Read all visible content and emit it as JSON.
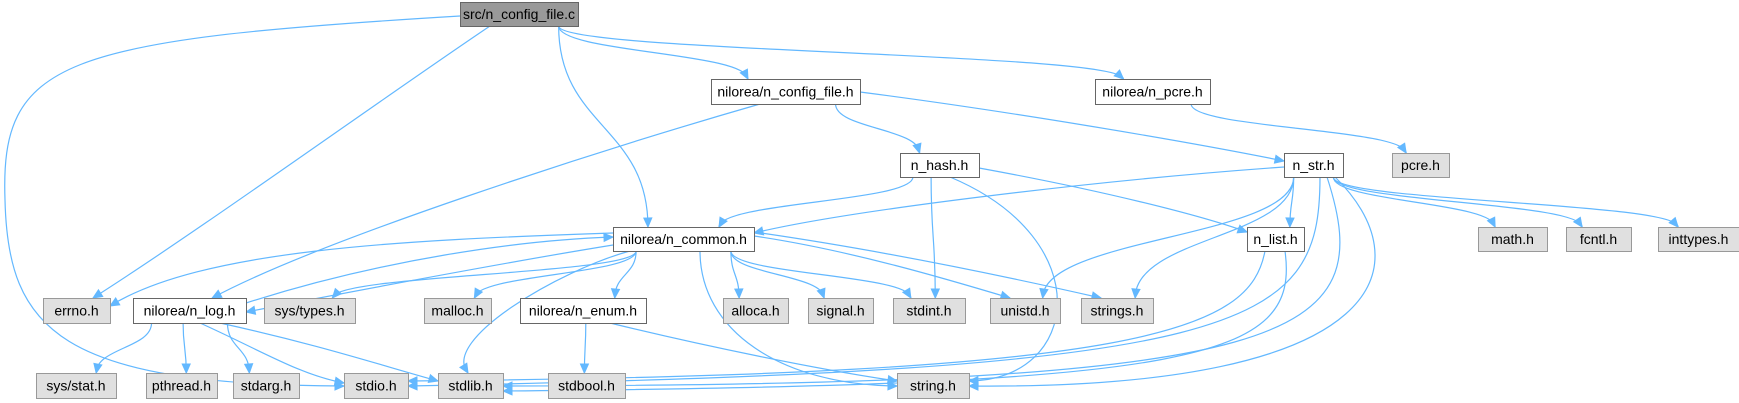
{
  "colors": {
    "edge": "#63b8ff",
    "root_fill": "#999999",
    "root_stroke": "#666666",
    "internal_fill": "#ffffff",
    "internal_stroke": "#666666",
    "external_fill": "#e0e0e0",
    "external_stroke": "#999999"
  },
  "nodes": [
    {
      "id": "root",
      "label": "src/n_config_file.c",
      "kind": "root"
    },
    {
      "id": "config",
      "label": "nilorea/n_config_file.h",
      "kind": "internal"
    },
    {
      "id": "pcreh",
      "label": "nilorea/n_pcre.h",
      "kind": "internal"
    },
    {
      "id": "hash",
      "label": "n_hash.h",
      "kind": "internal"
    },
    {
      "id": "str",
      "label": "n_str.h",
      "kind": "internal"
    },
    {
      "id": "common",
      "label": "nilorea/n_common.h",
      "kind": "internal"
    },
    {
      "id": "list",
      "label": "n_list.h",
      "kind": "internal"
    },
    {
      "id": "log",
      "label": "nilorea/n_log.h",
      "kind": "internal"
    },
    {
      "id": "enum",
      "label": "nilorea/n_enum.h",
      "kind": "internal"
    },
    {
      "id": "pcre",
      "label": "pcre.h",
      "kind": "external"
    },
    {
      "id": "math",
      "label": "math.h",
      "kind": "external"
    },
    {
      "id": "fcntl",
      "label": "fcntl.h",
      "kind": "external"
    },
    {
      "id": "inttypes",
      "label": "inttypes.h",
      "kind": "external"
    },
    {
      "id": "errno",
      "label": "errno.h",
      "kind": "external"
    },
    {
      "id": "systypes",
      "label": "sys/types.h",
      "kind": "external"
    },
    {
      "id": "malloc",
      "label": "malloc.h",
      "kind": "external"
    },
    {
      "id": "alloca",
      "label": "alloca.h",
      "kind": "external"
    },
    {
      "id": "signal",
      "label": "signal.h",
      "kind": "external"
    },
    {
      "id": "stdint",
      "label": "stdint.h",
      "kind": "external"
    },
    {
      "id": "unistd",
      "label": "unistd.h",
      "kind": "external"
    },
    {
      "id": "strings",
      "label": "strings.h",
      "kind": "external"
    },
    {
      "id": "sysstat",
      "label": "sys/stat.h",
      "kind": "external"
    },
    {
      "id": "pthread",
      "label": "pthread.h",
      "kind": "external"
    },
    {
      "id": "stdarg",
      "label": "stdarg.h",
      "kind": "external"
    },
    {
      "id": "stdio",
      "label": "stdio.h",
      "kind": "external"
    },
    {
      "id": "stdlib",
      "label": "stdlib.h",
      "kind": "external"
    },
    {
      "id": "stdbool",
      "label": "stdbool.h",
      "kind": "external"
    },
    {
      "id": "string",
      "label": "string.h",
      "kind": "external"
    }
  ],
  "edges": [
    [
      "root",
      "config"
    ],
    [
      "root",
      "pcreh"
    ],
    [
      "root",
      "common"
    ],
    [
      "root",
      "errno"
    ],
    [
      "root",
      "stdio"
    ],
    [
      "config",
      "log"
    ],
    [
      "config",
      "hash"
    ],
    [
      "config",
      "str"
    ],
    [
      "pcreh",
      "pcre"
    ],
    [
      "hash",
      "common"
    ],
    [
      "hash",
      "list"
    ],
    [
      "hash",
      "stdint"
    ],
    [
      "hash",
      "string"
    ],
    [
      "str",
      "common"
    ],
    [
      "str",
      "list"
    ],
    [
      "str",
      "math"
    ],
    [
      "str",
      "fcntl"
    ],
    [
      "str",
      "inttypes"
    ],
    [
      "str",
      "unistd"
    ],
    [
      "str",
      "strings"
    ],
    [
      "str",
      "stdio"
    ],
    [
      "str",
      "stdlib"
    ],
    [
      "str",
      "string"
    ],
    [
      "list",
      "stdio"
    ],
    [
      "list",
      "stdlib"
    ],
    [
      "common",
      "errno"
    ],
    [
      "common",
      "log"
    ],
    [
      "common",
      "systypes"
    ],
    [
      "common",
      "malloc"
    ],
    [
      "common",
      "enum"
    ],
    [
      "common",
      "alloca"
    ],
    [
      "common",
      "signal"
    ],
    [
      "common",
      "stdint"
    ],
    [
      "common",
      "unistd"
    ],
    [
      "common",
      "strings"
    ],
    [
      "common",
      "stdlib"
    ],
    [
      "common",
      "string"
    ],
    [
      "log",
      "common"
    ],
    [
      "log",
      "sysstat"
    ],
    [
      "log",
      "pthread"
    ],
    [
      "log",
      "stdarg"
    ],
    [
      "log",
      "stdio"
    ],
    [
      "log",
      "stdlib"
    ],
    [
      "enum",
      "stdbool"
    ],
    [
      "enum",
      "string"
    ]
  ]
}
